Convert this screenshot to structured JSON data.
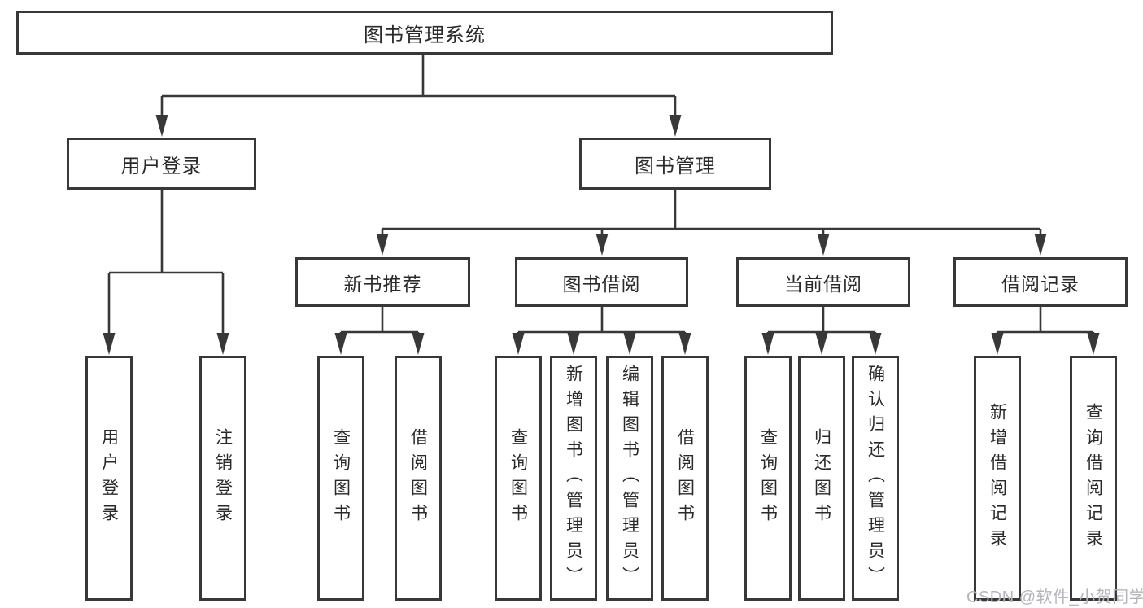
{
  "colors": {
    "line": "#383838",
    "box_border": "#383838",
    "box_fill": "#ffffff",
    "text": "#2a2a2a",
    "watermark": "#b5b5bb",
    "background": "#ffffff"
  },
  "diagram": {
    "title": "图书管理系统",
    "branches": [
      {
        "label": "用户登录",
        "children": [
          "用户登录",
          "注销登录"
        ]
      },
      {
        "label": "图书管理",
        "groups": [
          {
            "label": "新书推荐",
            "children": [
              "查询图书",
              "借阅图书"
            ]
          },
          {
            "label": "图书借阅",
            "children": [
              "查询图书",
              "新增图书（管理员）",
              "编辑图书（管理员）",
              "借阅图书"
            ]
          },
          {
            "label": "当前借阅",
            "children": [
              "查询图书",
              "归还图书",
              "确认归还（管理员）"
            ]
          },
          {
            "label": "借阅记录",
            "children": [
              "新增借阅记录",
              "查询借阅记录"
            ]
          }
        ]
      }
    ]
  },
  "watermark": {
    "text": "CSDN @软件_小贺同学"
  }
}
